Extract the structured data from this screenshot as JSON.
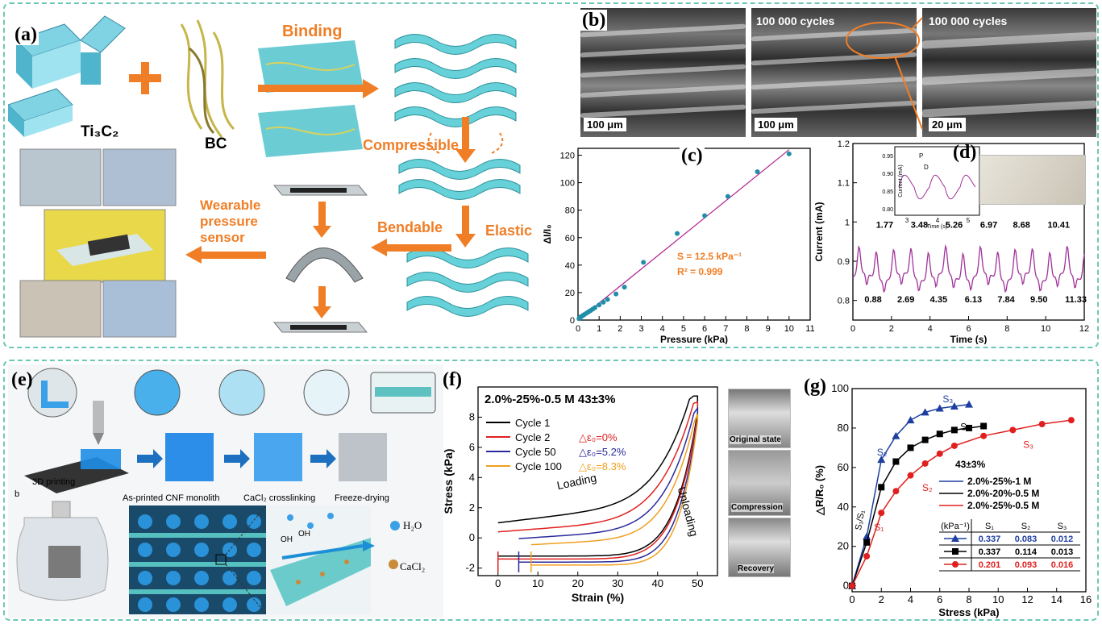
{
  "panels": {
    "a": {
      "label": "(a)",
      "ti3c2": "Ti₃C₂",
      "bc": "BC",
      "binding": "Binding",
      "compressible": "Compressible",
      "bendable": "Bendable",
      "elastic": "Elastic",
      "wearable_line1": "Wearable",
      "wearable_line2": "pressure",
      "wearable_line3": "sensor"
    },
    "b": {
      "label": "(b)",
      "cycles_1": "100 000 cycles",
      "cycles_2": "100 000 cycles",
      "scale_1": "100 μm",
      "scale_2": "100 μm",
      "scale_3": "20 μm"
    },
    "c": {
      "label": "(c)"
    },
    "d": {
      "label": "(d)"
    },
    "e": {
      "label": "(e)",
      "step1": "3D printing",
      "step2": "As-printed CNF monolith",
      "step3": "CaCl₂ crosslinking",
      "step4": "Freeze-drying",
      "sub_b": "b",
      "oh1": "OH",
      "oh2": "OH",
      "h2o": "H₂O",
      "cacl2": "CaCl₂"
    },
    "f": {
      "label": "(f)",
      "photo1": "Original state",
      "photo2": "Compression",
      "photo3": "Recovery"
    },
    "g": {
      "label": "(g)"
    }
  },
  "chart_data": [
    {
      "id": "c",
      "type": "scatter",
      "xlabel": "Pressure (kPa)",
      "ylabel": "ΔI/I₀",
      "xlim": [
        0,
        11
      ],
      "ylim": [
        0,
        125
      ],
      "xticks": [
        0,
        1,
        2,
        3,
        4,
        5,
        6,
        7,
        8,
        9,
        10,
        11
      ],
      "yticks": [
        0,
        20,
        40,
        60,
        80,
        100,
        120
      ],
      "x": [
        0.05,
        0.1,
        0.15,
        0.2,
        0.25,
        0.3,
        0.4,
        0.5,
        0.6,
        0.7,
        0.8,
        1.0,
        1.2,
        1.4,
        1.8,
        2.2,
        3.1,
        4.7,
        6.0,
        7.1,
        8.5,
        10.0
      ],
      "y": [
        1,
        2,
        2.5,
        3,
        3.5,
        4,
        5,
        6,
        7,
        8,
        9,
        11,
        13,
        15,
        19,
        24,
        42,
        63,
        76,
        90,
        108,
        121
      ],
      "fit": [
        [
          0,
          0
        ],
        [
          10,
          124
        ]
      ],
      "annotations": [
        "S = 12.5 kPa⁻¹",
        "R² = 0.999"
      ],
      "colors": {
        "points": "#1f8fa8",
        "fit": "#b0208f",
        "annot": "#f07e26"
      }
    },
    {
      "id": "d",
      "type": "line",
      "xlabel": "Time (s)",
      "ylabel": "Current (mA)",
      "xlim": [
        0,
        12
      ],
      "ylim": [
        0.75,
        1.2
      ],
      "xticks": [
        0,
        2,
        4,
        6,
        8,
        10,
        12
      ],
      "yticks": [
        0.8,
        0.9,
        1.0,
        1.1,
        1.2
      ],
      "peak_labels": [
        "1.77",
        "3.48",
        "5.26",
        "6.97",
        "8.68",
        "10.41"
      ],
      "valley_labels": [
        "0.88",
        "2.69",
        "4.35",
        "6.13",
        "7.84",
        "9.50",
        "11.33"
      ],
      "inset": {
        "xlabel": "Time (s)",
        "ylabel": "Current (mA)",
        "xticks": [
          3,
          4,
          5
        ],
        "yticks": [
          0.8,
          0.85,
          0.9,
          0.95
        ],
        "labels": [
          "P",
          "D"
        ]
      },
      "color": "#a0329a"
    },
    {
      "id": "f",
      "type": "line",
      "title": "2.0%-25%-0.5 M   43±3%",
      "xlabel": "Strain (%)",
      "ylabel": "Stress (kPa)",
      "xlim": [
        -5,
        55
      ],
      "ylim": [
        -2.5,
        10
      ],
      "xticks": [
        0,
        10,
        20,
        30,
        40,
        50
      ],
      "yticks": [
        -2,
        0,
        2,
        4,
        6,
        8
      ],
      "series": [
        {
          "name": "Cycle 1",
          "color": "#000000",
          "set": 0
        },
        {
          "name": "Cycle 2",
          "color": "#e02020",
          "set": 0
        },
        {
          "name": "Cycle 50",
          "color": "#2a2a9c",
          "set": 5.2
        },
        {
          "name": "Cycle 100",
          "color": "#f0a020",
          "set": 8.3
        }
      ],
      "annotations": [
        {
          "text": "△ε₀=0%",
          "color": "#e02020"
        },
        {
          "text": "△ε₀=5.2%",
          "color": "#2a2a9c"
        },
        {
          "text": "△ε₀=8.3%",
          "color": "#f0a020"
        }
      ],
      "loading": "Loading",
      "unloading": "Unloading"
    },
    {
      "id": "g",
      "type": "line",
      "xlabel": "Stress (kPa)",
      "ylabel": "△R/R₀ (%)",
      "xlim": [
        0,
        16
      ],
      "ylim": [
        -3,
        100
      ],
      "xticks": [
        0,
        2,
        4,
        6,
        8,
        10,
        12,
        14,
        16
      ],
      "yticks": [
        0,
        20,
        40,
        60,
        80,
        100
      ],
      "note": "43±3%",
      "series": [
        {
          "name": "2.0%-25%-1 M",
          "color": "#1e3fa0",
          "marker": "triangle",
          "x": [
            0,
            1,
            2,
            3,
            4,
            5,
            6,
            7,
            8
          ],
          "y": [
            0,
            25,
            64,
            76,
            84,
            88,
            90,
            91,
            92
          ]
        },
        {
          "name": "2.0%-20%-0.5 M",
          "color": "#000000",
          "marker": "square",
          "x": [
            0,
            1,
            2,
            3,
            4,
            5,
            6,
            7,
            8,
            9
          ],
          "y": [
            0,
            22,
            50,
            63,
            70,
            74,
            77,
            79,
            80,
            81
          ]
        },
        {
          "name": "2.0%-25%-0.5 M",
          "color": "#e02020",
          "marker": "circle",
          "x": [
            0,
            1,
            2,
            3,
            4,
            5,
            6,
            7,
            9,
            11,
            13,
            15
          ],
          "y": [
            0,
            15,
            37,
            48,
            56,
            62,
            67,
            71,
            76,
            79,
            82,
            84
          ]
        }
      ],
      "region_labels": {
        "s1s1": "S₁/S₁",
        "s1": "S₁",
        "s2": "S₂",
        "s3": "S₃"
      },
      "table": {
        "headers": [
          "(kPa⁻¹)",
          "S₁",
          "S₂",
          "S₃"
        ],
        "rows": [
          [
            "0.337",
            "0.083",
            "0.012"
          ],
          [
            "0.337",
            "0.114",
            "0.013"
          ],
          [
            "0.201",
            "0.093",
            "0.016"
          ]
        ]
      }
    }
  ]
}
